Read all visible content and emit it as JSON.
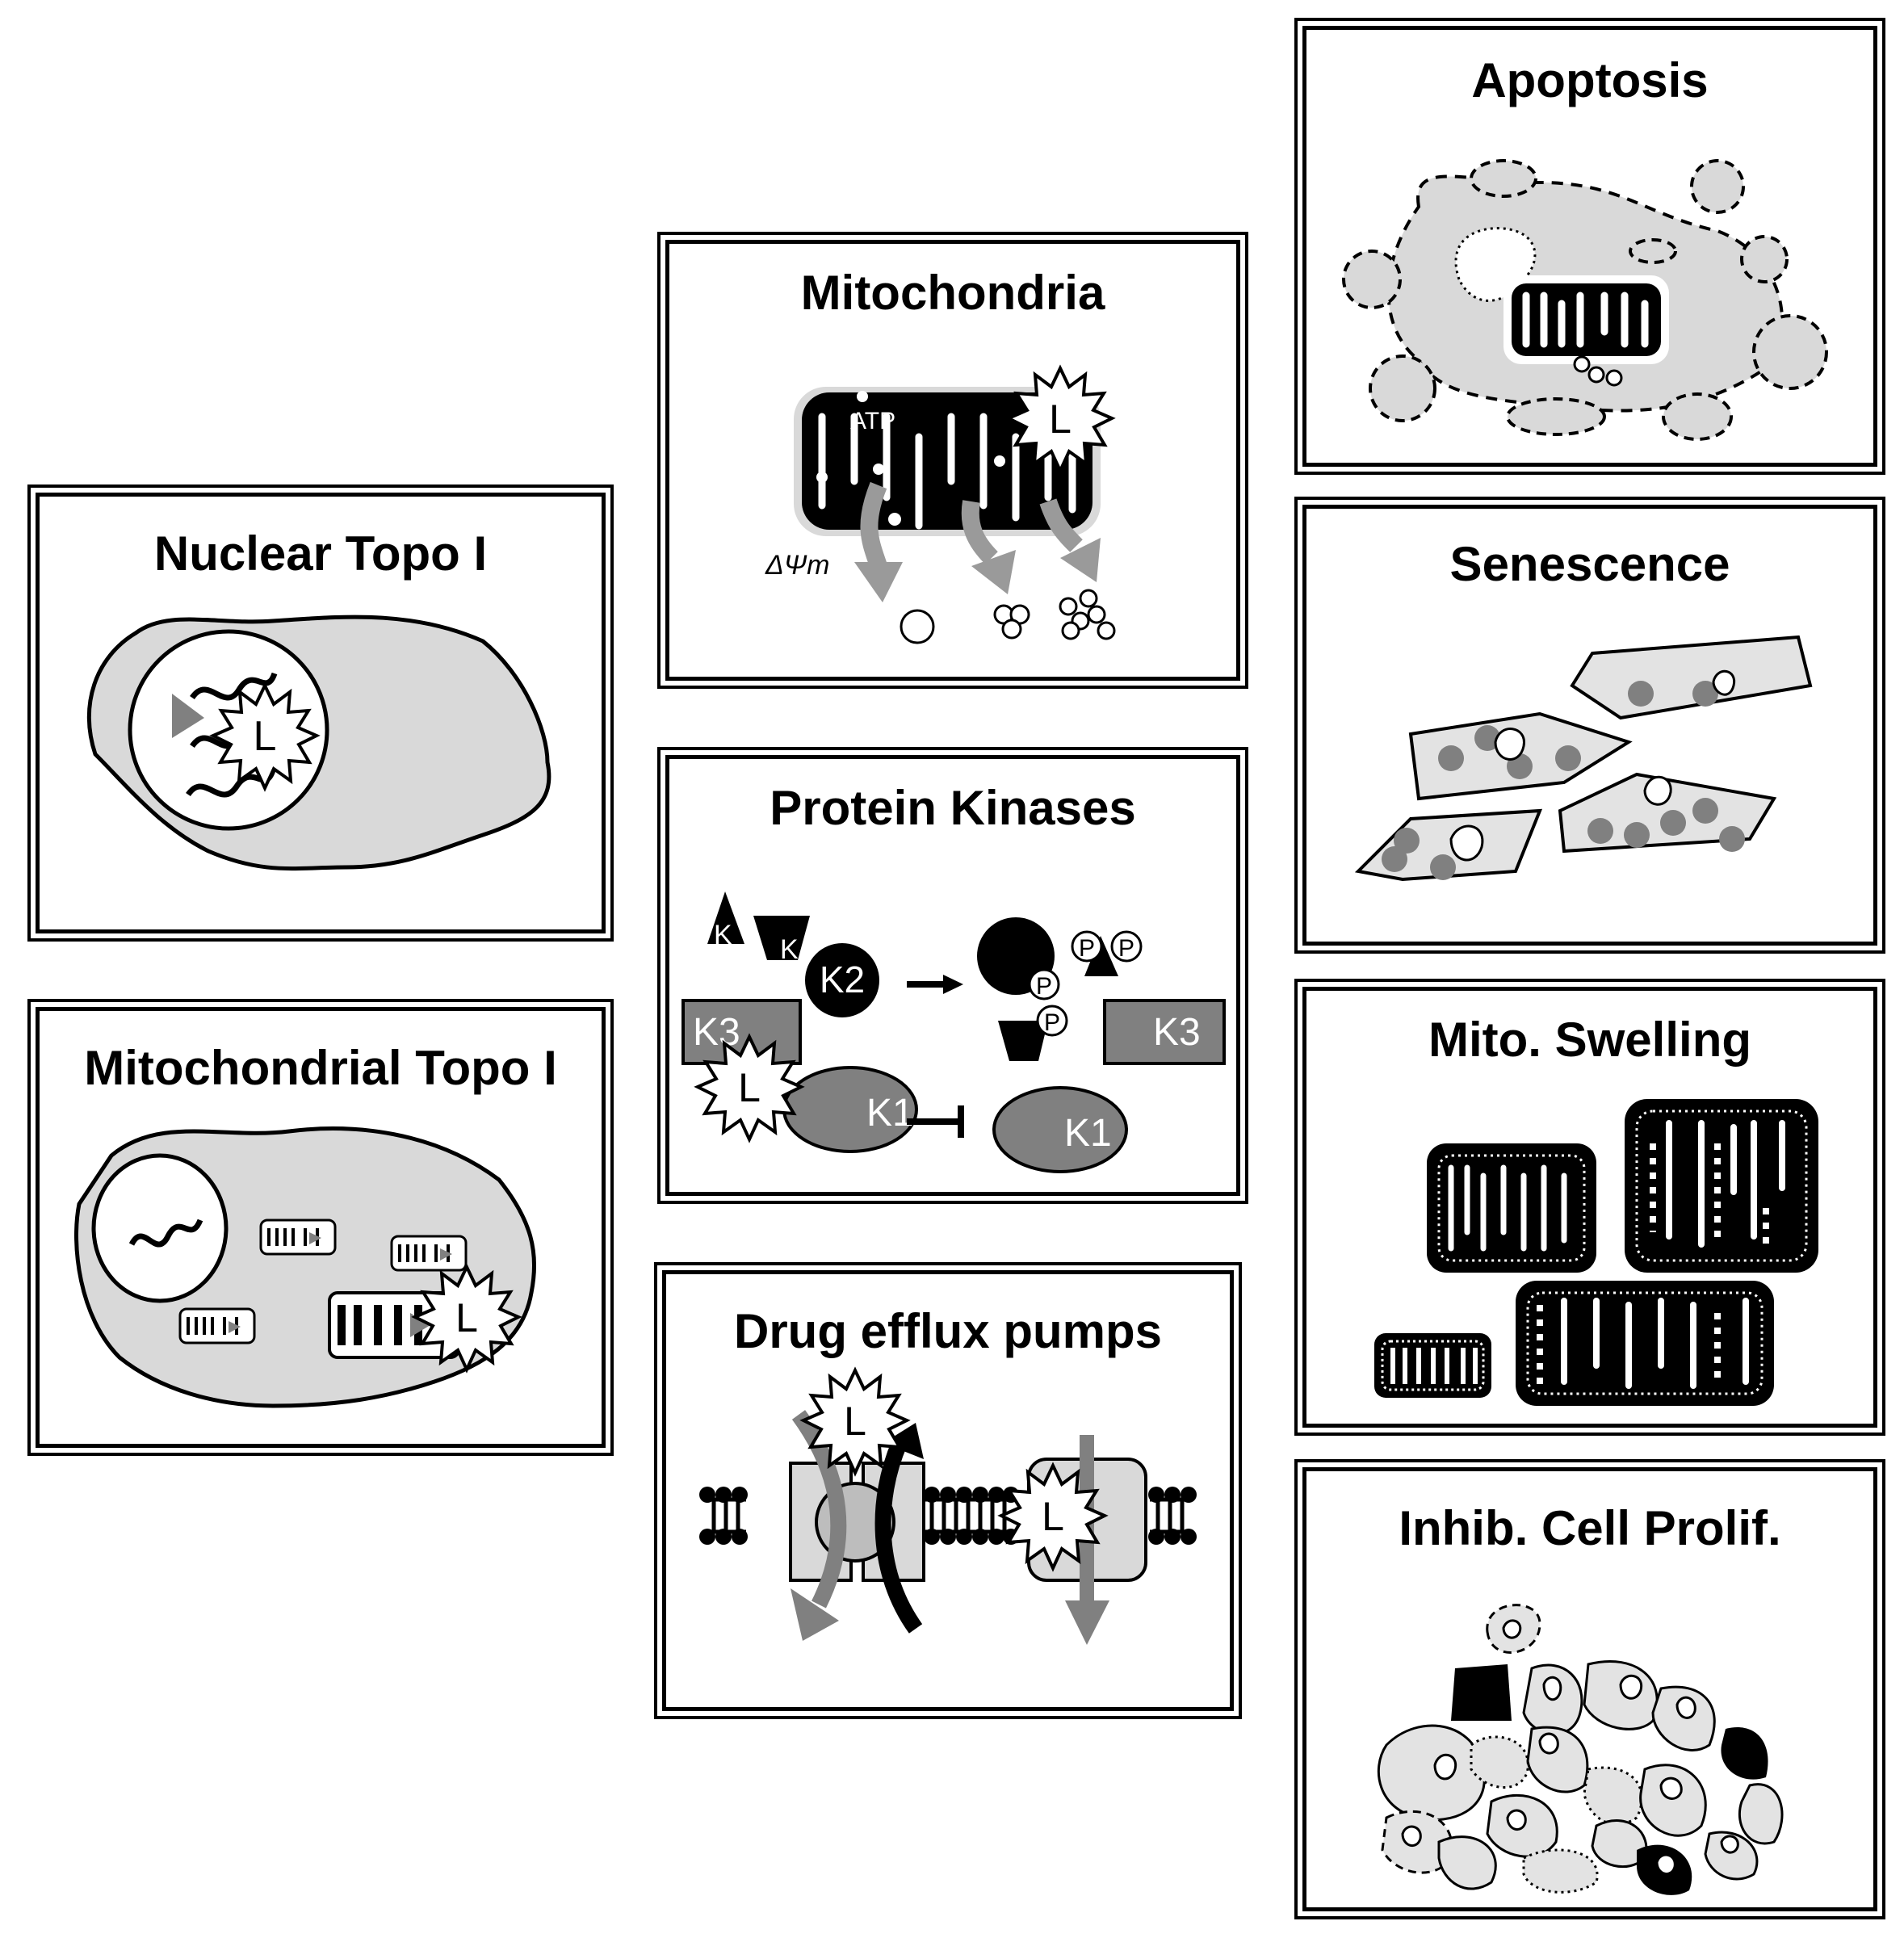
{
  "panels": {
    "nuclear_topo": {
      "title": "Nuclear Topo I"
    },
    "mito_topo": {
      "title": "Mitochondrial Topo I"
    },
    "mitochondria": {
      "title": "Mitochondria",
      "atp_label": "ATP",
      "delta_psi": "ΔΨ",
      "delta_psi_sub": "m"
    },
    "kinases": {
      "title": "Protein Kinases",
      "k_label": "K",
      "k1": "K1",
      "k2": "K2",
      "k3": "K3",
      "p_label": "P"
    },
    "efflux": {
      "title": "Drug efflux pumps"
    },
    "apoptosis": {
      "title": "Apoptosis"
    },
    "senescence": {
      "title": "Senescence"
    },
    "swelling": {
      "title": "Mito. Swelling"
    },
    "prolif": {
      "title": "Inhib. Cell Prolif."
    }
  },
  "ligand_label": "L",
  "colors": {
    "cell_fill": "#d9d9d9",
    "dark_gray": "#808080",
    "mid_gray": "#9a9a9a",
    "ink": "#000000"
  }
}
